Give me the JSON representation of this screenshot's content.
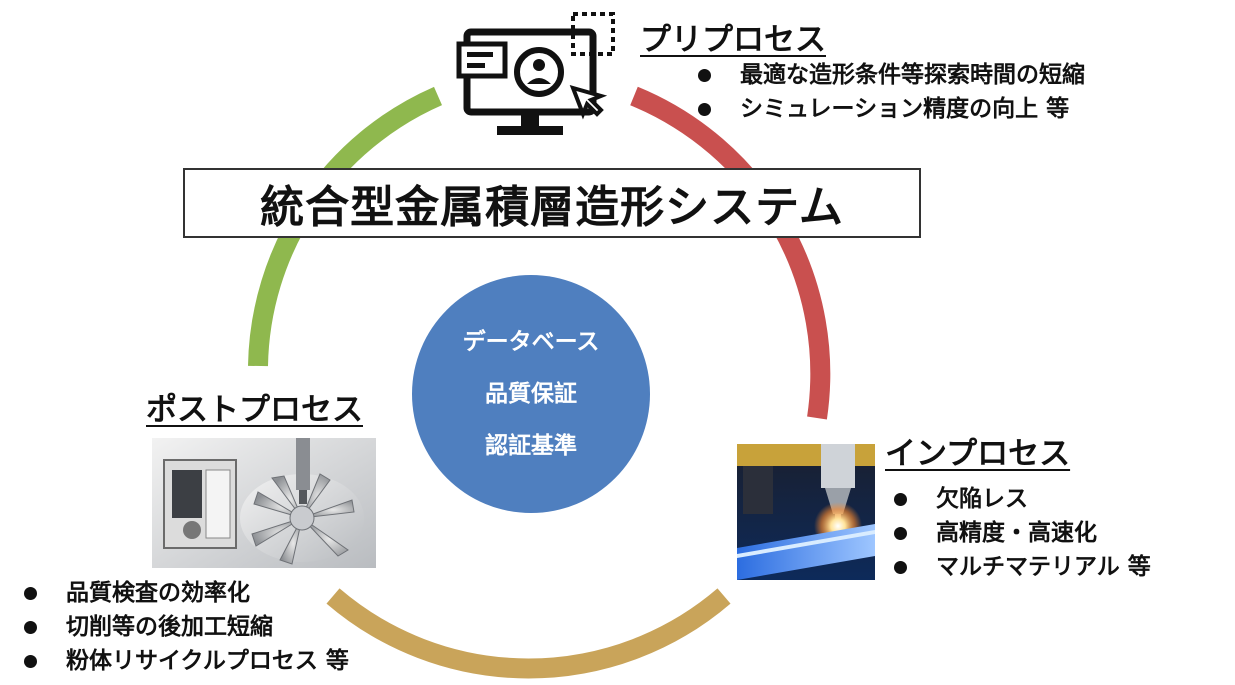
{
  "title": "統合型金属積層造形システム",
  "center": {
    "items": [
      "データベース",
      "品質保証",
      "認証基準"
    ]
  },
  "pre_process": {
    "heading": "プリプロセス",
    "bullets": [
      "最適な造形条件等探索時間の短縮",
      "シミュレーション精度の向上 等"
    ],
    "icon": "computer-monitor-user-icon"
  },
  "in_process": {
    "heading": "インプロセス",
    "bullets": [
      "欠陥レス",
      "高精度・高速化",
      "マルチマテリアル 等"
    ],
    "image": "laser-metal-deposition-photo"
  },
  "post_process": {
    "heading": "ポストプロセス",
    "bullets": [
      "品質検査の効率化",
      "切削等の後加工短縮",
      "粉体リサイクルプロセス 等"
    ],
    "image": "cnc-machine-impeller-photo"
  },
  "colors": {
    "arc_pre_to_in": "#c9504f",
    "arc_in_to_post": "#c9a45a",
    "arc_post_to_pre": "#8fb84e",
    "center_circle": "#4f7fbf"
  }
}
